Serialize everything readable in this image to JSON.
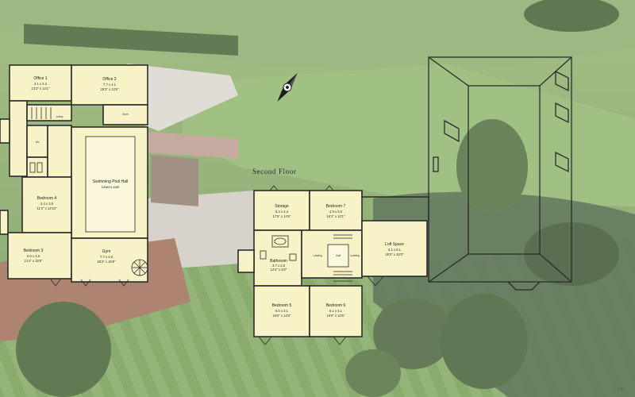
{
  "floor_title": "Second Floor",
  "page_number": "13",
  "left_plan": {
    "office1": {
      "name": "Office 1",
      "metric": "4.1 x 4.3",
      "imperial": "13'3\" x 14'1\""
    },
    "office2": {
      "name": "Office 2",
      "metric": "7.7 x 4.1",
      "imperial": "25'3\" x 13'5\""
    },
    "store": {
      "name": "Store",
      "metric": "",
      "imperial": ""
    },
    "pool_hall": {
      "name": "Swimming Pool Hall",
      "sub": "Lower Level"
    },
    "bedroom4": {
      "name": "Bedroom 4",
      "metric": "3.4 x 3.9",
      "imperial": "11'2\" x 12'10\""
    },
    "bedroom3": {
      "name": "Bedroom 3",
      "metric": "6.5 x 4.8",
      "imperial": "21'4\" x 15'9\""
    },
    "gym": {
      "name": "Gym",
      "metric": "7.7 x 4.8",
      "imperial": "25'3\" x 15'9\""
    },
    "sm_label_a": "Wc",
    "sm_label_b": "Lobby"
  },
  "second_floor": {
    "storage": {
      "name": "Storage",
      "metric": "5.3 x 4.4",
      "imperial": "17'5\" x 14'5\""
    },
    "bedroom7": {
      "name": "Bedroom 7",
      "metric": "4.9 x 4.0",
      "imperial": "16'1\" x 13'1\""
    },
    "bathroom": {
      "name": "Bathroom",
      "metric": "3.7 x 2.8",
      "imperial": "12'2\" x 9'2\""
    },
    "loft": {
      "name": "Loft Space",
      "metric": "6.1 x 6.1",
      "imperial": "20'0\" x 20'0\""
    },
    "bedroom5": {
      "name": "Bedroom 5",
      "metric": "5.0 x 4.1",
      "imperial": "16'5\" x 13'5\""
    },
    "bedroom6": {
      "name": "Bedroom 6",
      "metric": "5.1 x 4.1",
      "imperial": "16'9\" x 13'5\""
    },
    "landing": "Landing",
    "void": "Void",
    "landing2": "Landing"
  },
  "colors": {
    "room_fill": "#f7f3c7",
    "wall": "#2b2b2b",
    "grass": "#7fa35c"
  }
}
